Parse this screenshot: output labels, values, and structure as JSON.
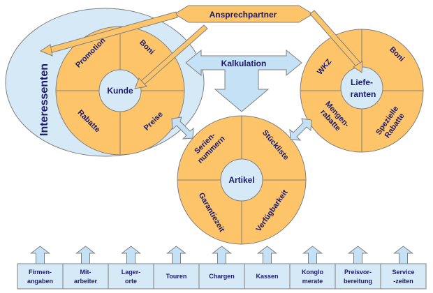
{
  "colors": {
    "orange": "#fdc46a",
    "light_blue": "#d6e9f7",
    "blue_fill": "#c5e1f5",
    "outline": "#7f7f7f",
    "text": "#1a1a6e"
  },
  "header": {
    "ansprechpartner": "Ansprechpartner",
    "kalkulation": "Kalkulation"
  },
  "interessenten": "Interessenten",
  "kunde": {
    "center": "Kunde",
    "segments": [
      "Promotion",
      "Boni",
      "Rabatte",
      "Preise"
    ]
  },
  "lieferanten": {
    "center_line1": "Liefe-",
    "center_line2": "ranten",
    "seg_wkz": "WKZ",
    "seg_boni": "Boni",
    "seg_mengen1": "Mengen-",
    "seg_mengen2": "rabatte",
    "seg_spez1": "Spezielle",
    "seg_spez2": "Rabatte"
  },
  "artikel": {
    "center": "Artikel",
    "seg_serien1": "Serien-",
    "seg_serien2": "nummern",
    "seg_stueck": "Stückliste",
    "seg_garantie": "Garantiezeit",
    "seg_verf": "Verfügbarkeit"
  },
  "bottom_boxes": [
    {
      "line1": "Firmen-",
      "line2": "angaben"
    },
    {
      "line1": "Mit-",
      "line2": "arbeiter"
    },
    {
      "line1": "Lager-",
      "line2": "orte"
    },
    {
      "line1": "Touren",
      "line2": ""
    },
    {
      "line1": "Chargen",
      "line2": ""
    },
    {
      "line1": "Kassen",
      "line2": ""
    },
    {
      "line1": "Konglo",
      "line2": "merate"
    },
    {
      "line1": "Preisvor-",
      "line2": "bereitung"
    },
    {
      "line1": "Service",
      "line2": "-zeiten"
    }
  ]
}
